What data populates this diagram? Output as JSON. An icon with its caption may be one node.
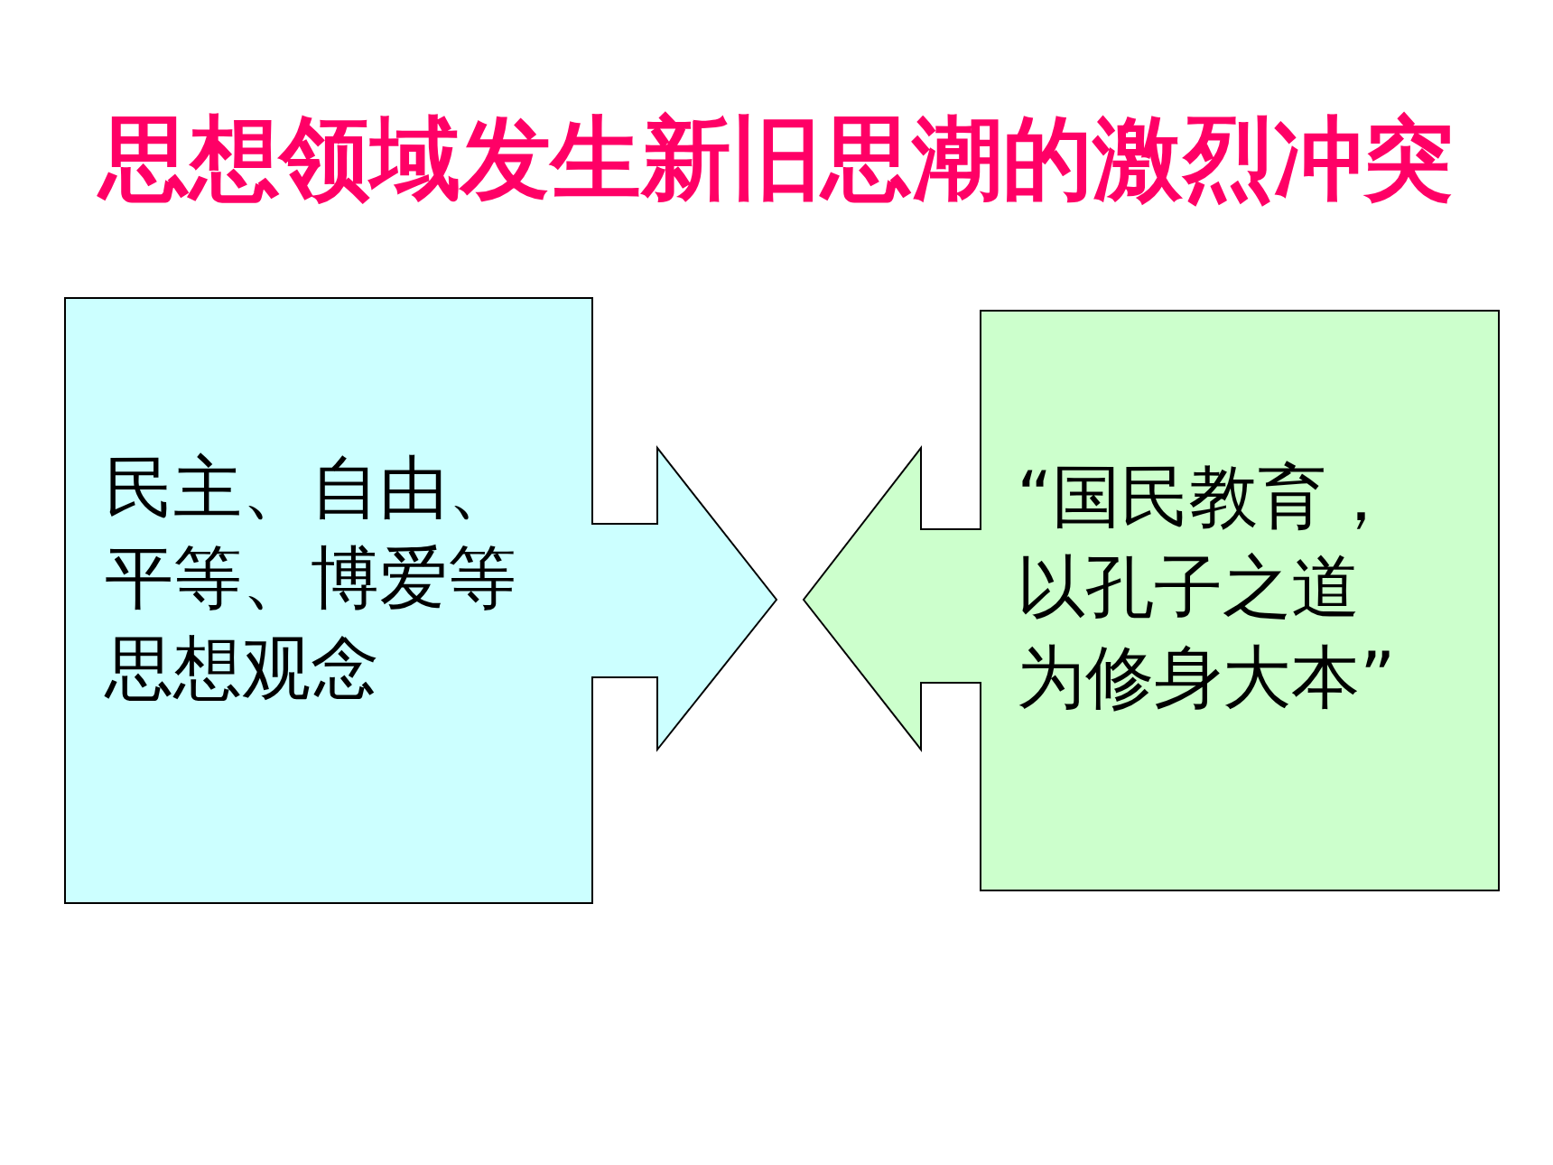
{
  "diagram": {
    "title": "思想领域发生新旧思潮的激烈冲突",
    "nodes": [
      {
        "text": [
          "民主、自由、平等、博爱等思想观念"
        ]
      },
      {
        "text": [
          "“国民教育，以孔子之道为修身大本”"
        ]
      }
    ]
  }
}
